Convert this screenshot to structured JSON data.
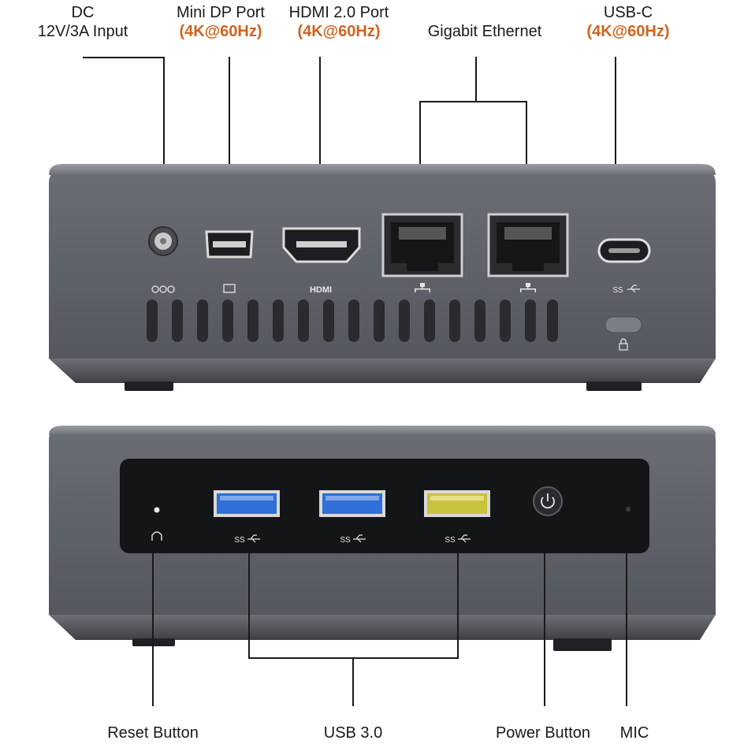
{
  "rear_labels": {
    "dc": {
      "line1": "DC",
      "line2": "12V/3A  Input"
    },
    "mini_dp": {
      "name": "Mini DP Port",
      "spec": "(4K@60Hz)"
    },
    "hdmi": {
      "name": "HDMI 2.0 Port",
      "spec": "(4K@60Hz)"
    },
    "ethernet": {
      "name": "Gigabit Ethernet"
    },
    "usb_c": {
      "name": "USB-C",
      "spec": "(4K@60Hz)"
    }
  },
  "rear_port_icons": {
    "hdmi_logo": "HDMI",
    "usbc_logo": "SS"
  },
  "front_port_icons": {
    "usb_logo": "SS"
  },
  "front_labels": {
    "reset": "Reset Button",
    "usb3": "USB 3.0",
    "power": "Power Button",
    "mic": "MIC"
  },
  "colors": {
    "accent": "#d0641e",
    "chassis": "#5c5f66",
    "usb_blue": "#2f6fd6",
    "usb_yellow": "#c9c23c"
  }
}
